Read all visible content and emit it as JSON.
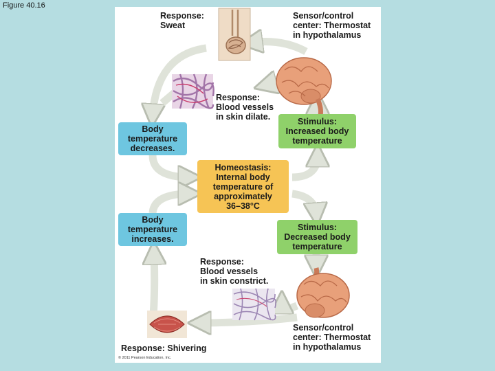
{
  "slide": {
    "label": "Figure 40.16"
  },
  "labels": {
    "sweat": "Response:\nSweat",
    "sensor_top": "Sensor/control\ncenter: Thermostat\nin hypothalamus",
    "dilate": "Response:\nBlood vessels\nin skin dilate.",
    "constrict": "Response:\nBlood vessels\nin skin constrict.",
    "sensor_bottom": "Sensor/control\ncenter: Thermostat\nin hypothalamus",
    "shivering": "Response: Shivering",
    "copyright": "© 2011 Pearson Education, Inc."
  },
  "boxes": {
    "temp_decreases": "Body\ntemperature\ndecreases.",
    "stim_increased": "Stimulus:\nIncreased body\ntemperature",
    "homeostasis": "Homeostasis:\nInternal body\ntemperature of\napproximately\n36–38°C",
    "temp_increases": "Body\ntemperature\nincreases.",
    "stim_decreased": "Stimulus:\nDecreased body\ntemperature"
  },
  "colors": {
    "background": "#b5dde1",
    "arrow": "#dfe3d9",
    "blue_box": "#6ec6e0",
    "green_box": "#8fd16a",
    "orange_box": "#f6c455",
    "brain": "#e8a07a",
    "vessels": "#c9a3c7",
    "muscle": "#c8534b"
  }
}
